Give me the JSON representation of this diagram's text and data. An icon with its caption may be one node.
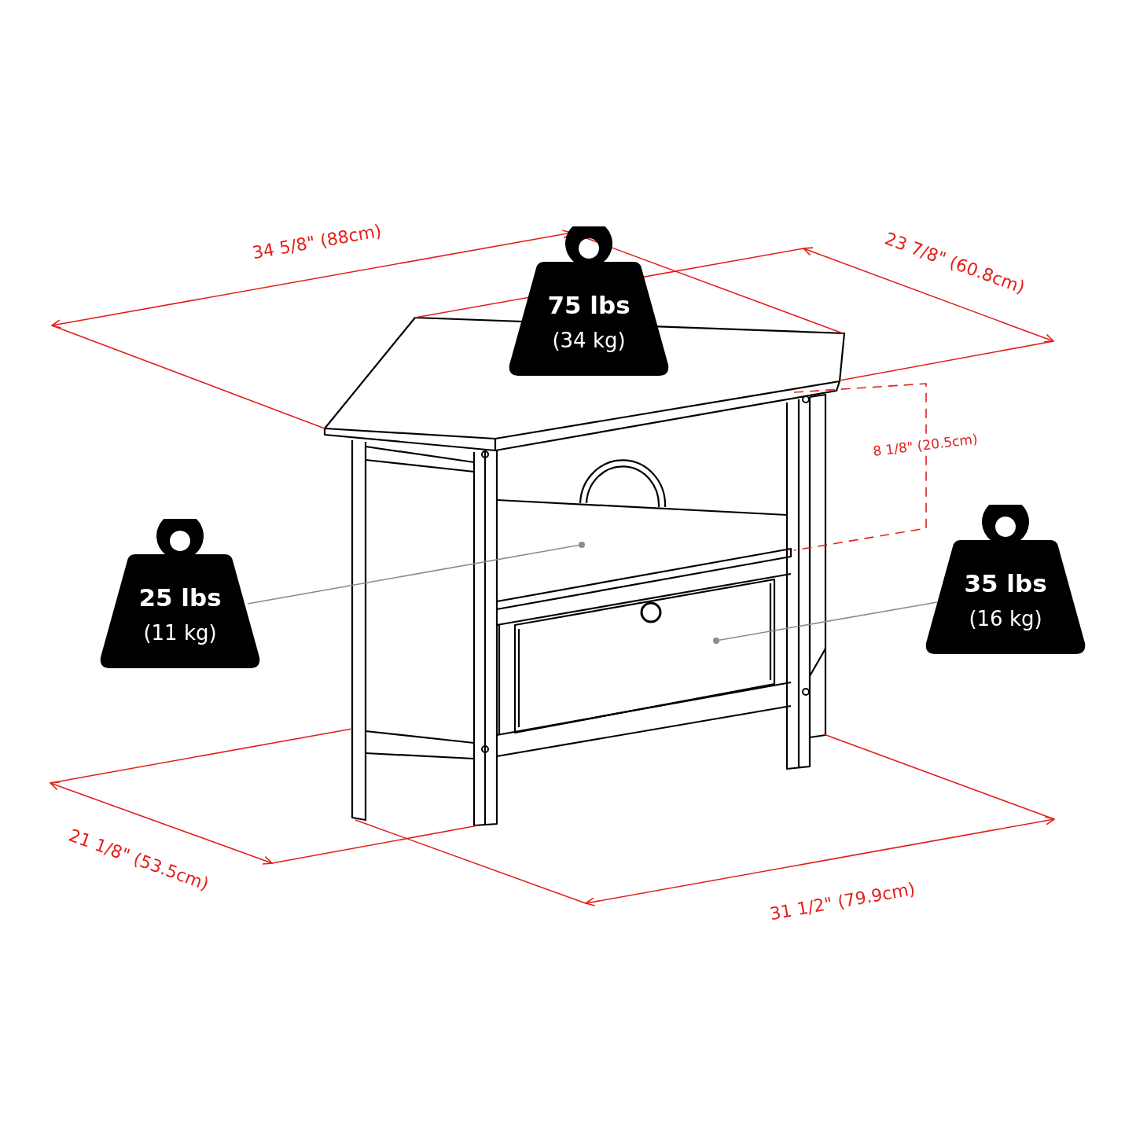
{
  "diagram": {
    "nodes": [
      {
        "text": [
          "75 lbs",
          "(34 kg)"
        ]
      },
      {
        "text": [
          "25 lbs",
          "(11 kg)"
        ]
      },
      {
        "text": [],
        "shape": "circle"
      },
      {
        "text": [
          "35 lbs",
          "(16 kg)"
        ]
      },
      {
        "text": [],
        "shape": "circle"
      }
    ],
    "edges": [
      {
        "from": 1,
        "to": 2,
        "arrow": "none"
      },
      {
        "from": 3,
        "to": 4,
        "arrow": "none"
      }
    ],
    "labels": [
      "34 5/8\" (88cm)",
      "23 7/8\" (60.8cm)",
      "8 1/8\" (20.5cm)",
      "21 1/8\" (53.5cm)",
      "31 1/2\" (79.9cm)"
    ]
  }
}
